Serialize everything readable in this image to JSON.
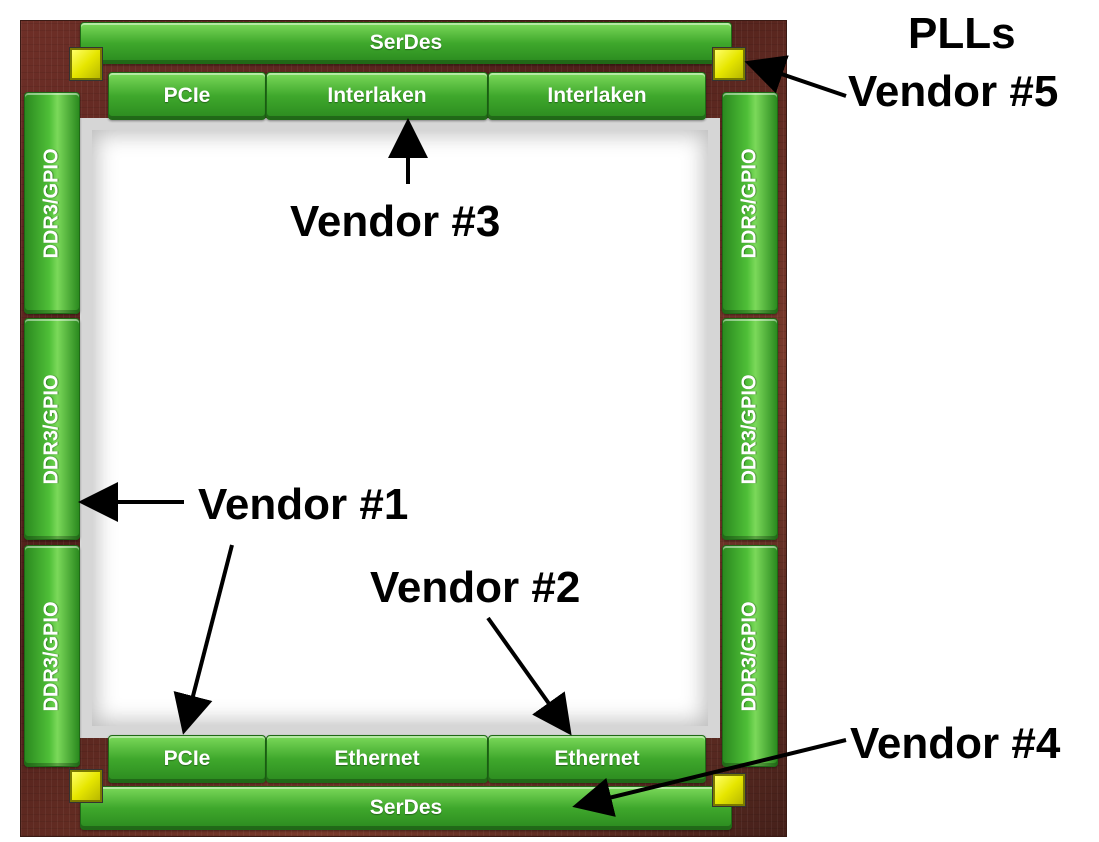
{
  "blocks": {
    "top_serdes": "SerDes",
    "bottom_serdes": "SerDes",
    "top_pcie": "PCIe",
    "top_interlaken_1": "Interlaken",
    "top_interlaken_2": "Interlaken",
    "bottom_pcie": "PCIe",
    "bottom_ethernet_1": "Ethernet",
    "bottom_ethernet_2": "Ethernet",
    "ddr_gpio": "DDR3/GPIO"
  },
  "labels": {
    "plls": "PLLs",
    "vendor5": "Vendor #5",
    "vendor3": "Vendor #3",
    "vendor1": "Vendor #1",
    "vendor2": "Vendor #2",
    "vendor4": "Vendor #4"
  },
  "colors": {
    "block_green": "#3fa82c",
    "pll_yellow": "#e6e600",
    "die_brown": "#5a2a22"
  }
}
